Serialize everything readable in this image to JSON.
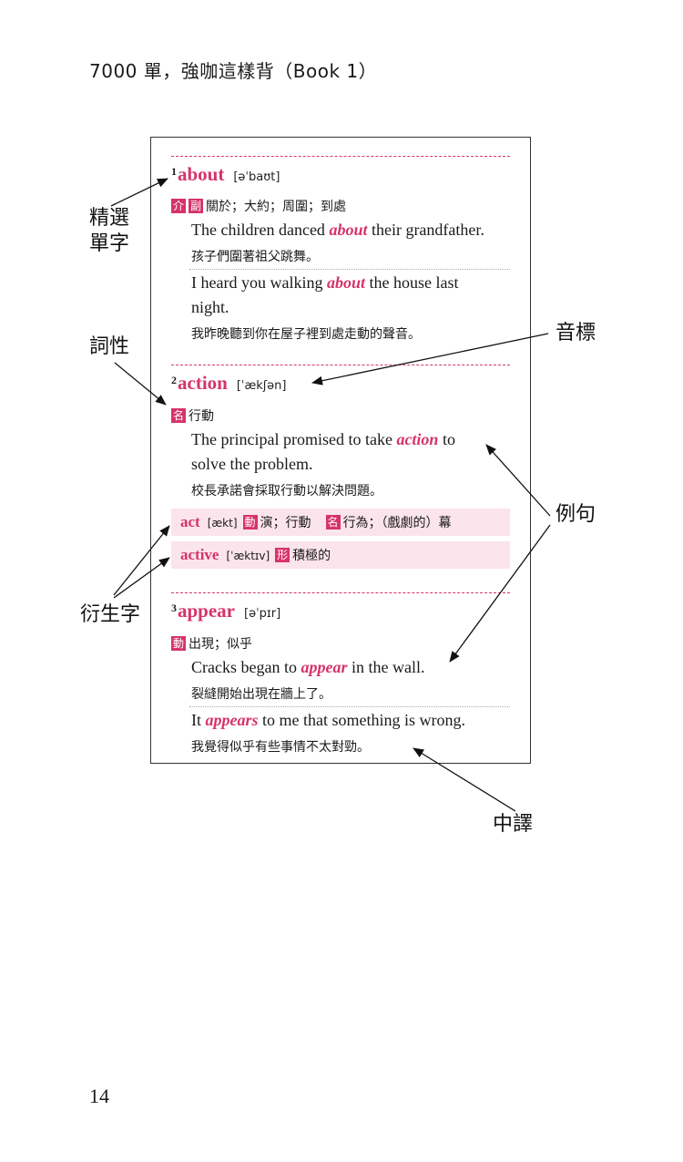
{
  "header": {
    "title": "7000 單，強咖這樣背（Book 1）"
  },
  "page_number": "14",
  "entries": [
    {
      "num": "1",
      "word": "about",
      "phonetic": "[əˈbaʊt]",
      "pos_tags": [
        "介",
        "副"
      ],
      "definition": "關於；大約；周圍；到處",
      "examples": [
        {
          "pre": "The children danced ",
          "kw": "about",
          "post": " their grandfather.",
          "zh": "孩子們圍著祖父跳舞。"
        },
        {
          "pre": "I heard you walking ",
          "kw": "about",
          "post": " the house last",
          "line2": "night.",
          "zh": "我昨晚聽到你在屋子裡到處走動的聲音。"
        }
      ]
    },
    {
      "num": "2",
      "word": "action",
      "phonetic": "[ˈækʃən]",
      "pos_tags": [
        "名"
      ],
      "definition": "行動",
      "examples": [
        {
          "pre": "The principal promised to take ",
          "kw": "action",
          "post": " to",
          "line2": "solve the problem.",
          "zh": "校長承諾會採取行動以解決問題。"
        }
      ]
    },
    {
      "num": "3",
      "word": "appear",
      "phonetic": "[əˈpɪr]",
      "pos_tags": [
        "動"
      ],
      "definition": "出現；似乎",
      "examples": [
        {
          "pre": "Cracks began to ",
          "kw": "appear",
          "post": " in the wall.",
          "zh": "裂縫開始出現在牆上了。"
        },
        {
          "pre": "It ",
          "kw": "appears",
          "post": " to me that something is wrong.",
          "zh": "我覺得似乎有些事情不太對勁。"
        }
      ]
    }
  ],
  "derivatives": [
    {
      "word": "act",
      "phonetic": "[ækt]",
      "tag1": "動",
      "def1": "演；行動",
      "tag2": "名",
      "def2": "行為；（戲劇的）幕"
    },
    {
      "word": "active",
      "phonetic": "[ˈæktɪv]",
      "tag1": "形",
      "def1": "積極的"
    }
  ],
  "annotations": {
    "selected_word_line1": "精選",
    "selected_word_line2": "單字",
    "part_of_speech": "詞性",
    "phonetic_symbol": "音標",
    "example_sentence": "例句",
    "derivative": "衍生字",
    "chinese_translation": "中譯"
  },
  "colors": {
    "accent": "#d6336c",
    "derivative_bg": "#fbe4ec"
  }
}
